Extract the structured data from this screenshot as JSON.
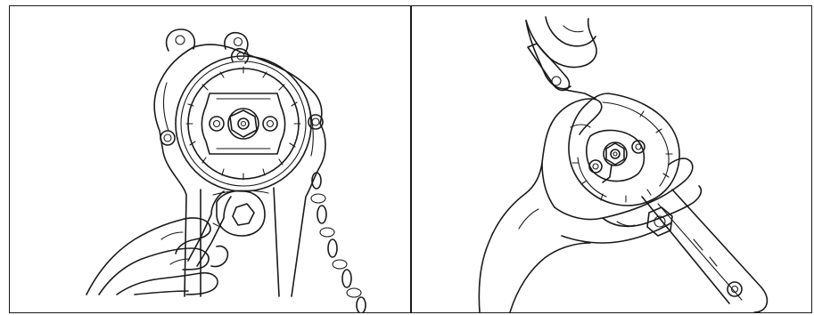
{
  "figure": {
    "panels": [
      {
        "name": "left-panel",
        "subject": "hoist-wheel-cover-with-wrench"
      },
      {
        "name": "right-panel",
        "subject": "hoist-cover-removal-by-hand"
      }
    ]
  }
}
